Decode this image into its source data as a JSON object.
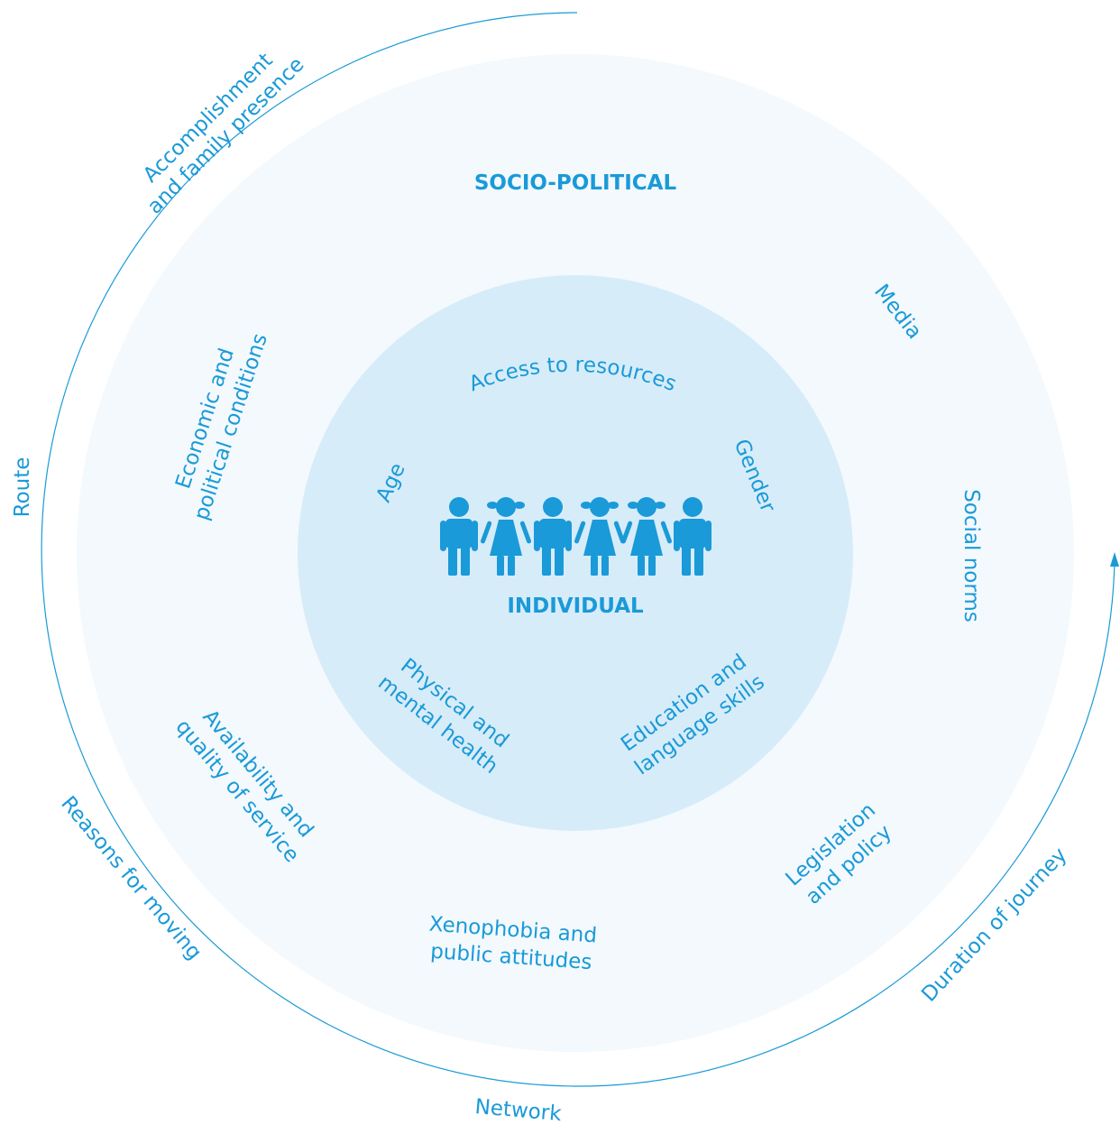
{
  "colors": {
    "accent": "#1a9ad8",
    "outer_ring_fill": "#f3f9fd",
    "inner_circle_fill": "#d7ecf9"
  },
  "outer_ring_labels": {
    "accomplishment_line1": "Accomplishment",
    "accomplishment_line2": "and family presence",
    "route": "Route",
    "reasons": "Reasons for moving",
    "network": "Network",
    "duration": "Duration of journey"
  },
  "socio_political": {
    "title": "SOCIO-POLITICAL",
    "media": "Media",
    "social_norms": "Social norms",
    "economic_line1": "Economic and",
    "economic_line2": "political conditions",
    "availability_line1": "Availability and",
    "availability_line2": "quality of service",
    "xenophobia_line1": "Xenophobia and",
    "xenophobia_line2": "public attitudes",
    "legislation_line1": "Legislation",
    "legislation_line2": "and policy"
  },
  "individual": {
    "title": "INDIVIDUAL",
    "access": "Access to resources",
    "age": "Age",
    "gender": "Gender",
    "health_line1": "Physical and",
    "health_line2": "mental health",
    "education_line1": "Education and",
    "education_line2": "language skills"
  },
  "icons": {
    "children": [
      "boy-icon",
      "girl-icon",
      "boy-icon",
      "girl-icon",
      "girl-icon",
      "boy-icon"
    ]
  }
}
